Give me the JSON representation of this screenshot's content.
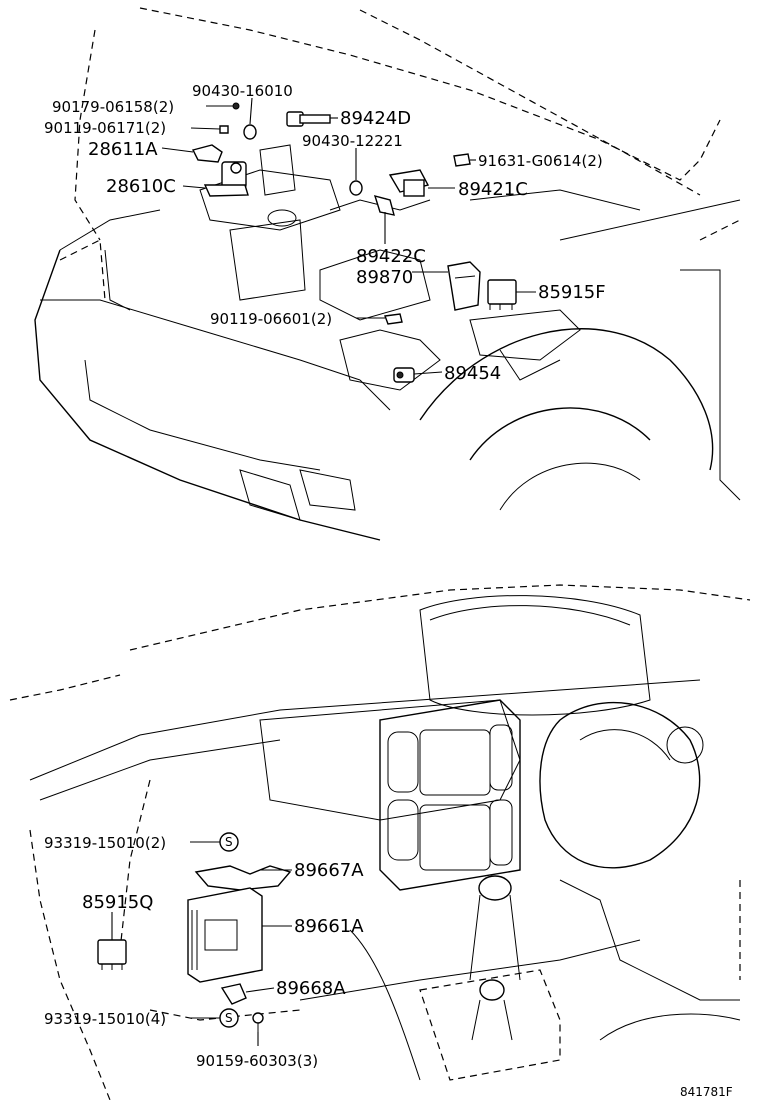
{
  "labels": {
    "p_90430_16010": "90430-16010",
    "p_90179_06158": "90179-06158(2)",
    "p_90119_06171": "90119-06171(2)",
    "p_28611A": "28611A",
    "p_28610C": "28610C",
    "p_89424D": "89424D",
    "p_90430_12221": "90430-12221",
    "p_91631_G0614": "91631-G0614(2)",
    "p_89421C": "89421C",
    "p_89422C": "89422C",
    "p_89870": "89870",
    "p_85915F": "85915F",
    "p_90119_06601": "90119-06601(2)",
    "p_89454": "89454",
    "p_93319_15010_2": "93319-15010(2)",
    "p_89667A": "89667A",
    "p_85915Q": "85915Q",
    "p_89661A": "89661A",
    "p_89668A": "89668A",
    "p_93319_15010_4": "93319-15010(4)",
    "p_90159_60303": "90159-60303(3)",
    "s_mark": "S",
    "ref": "841781F"
  }
}
